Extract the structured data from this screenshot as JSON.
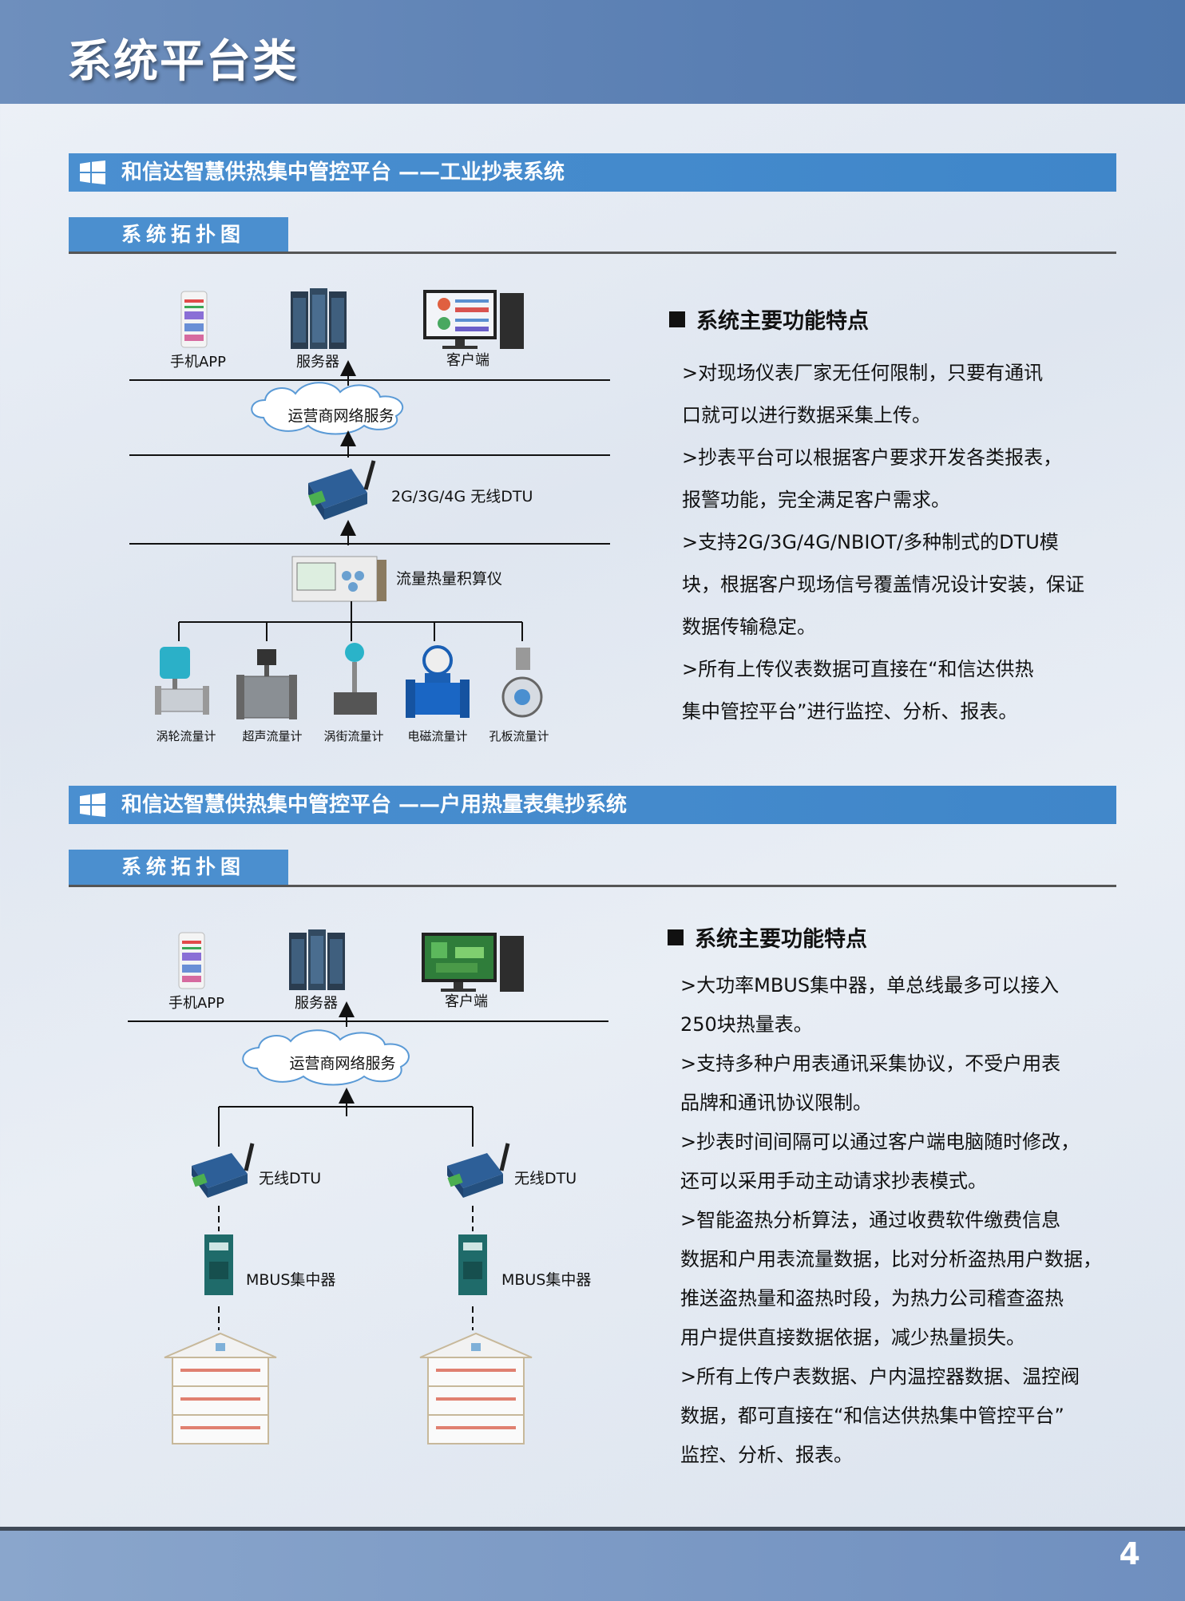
{
  "page": {
    "title": "系统平台类",
    "page_number": "4",
    "colors": {
      "header": "#5a7fb3",
      "section_bar": "#4a8fd0",
      "footer": "#7f9bc6",
      "rule": "#555555"
    }
  },
  "section1": {
    "title": "和信达智慧供热集中管控平台 ——工业抄表系统",
    "tab": "系统拓扑图",
    "diagram": {
      "app": "手机APP",
      "server": "服务器",
      "client": "客户端",
      "network": "运营商网络服务",
      "dtu": "2G/3G/4G  无线DTU",
      "calculator": "流量热量积算仪",
      "meters": [
        "涡轮流量计",
        "超声流量计",
        "涡街流量计",
        "电磁流量计",
        "孔板流量计"
      ]
    },
    "features_title": "系统主要功能特点",
    "features": [
      ">对现场仪表厂家无任何限制，只要有通讯",
      "口就可以进行数据采集上传。",
      ">抄表平台可以根据客户要求开发各类报表，",
      "报警功能，完全满足客户需求。",
      ">支持2G/3G/4G/NBIOT/多种制式的DTU模",
      "块，根据客户现场信号覆盖情况设计安装，保证",
      "数据传输稳定。",
      ">所有上传仪表数据可直接在“和信达供热",
      "集中管控平台”进行监控、分析、报表。"
    ]
  },
  "section2": {
    "title": "和信达智慧供热集中管控平台 ——户用热量表集抄系统",
    "tab": "系统拓扑图",
    "diagram": {
      "app": "手机APP",
      "server": "服务器",
      "client": "客户端",
      "network": "运营商网络服务",
      "dtu_left": "无线DTU",
      "dtu_right": "无线DTU",
      "mbus_left": "MBUS集中器",
      "mbus_right": "MBUS集中器"
    },
    "features_title": "系统主要功能特点",
    "features": [
      ">大功率MBUS集中器，单总线最多可以接入",
      "250块热量表。",
      ">支持多种户用表通讯采集协议，不受户用表",
      "品牌和通讯协议限制。",
      ">抄表时间间隔可以通过客户端电脑随时修改，",
      "还可以采用手动主动请求抄表模式。",
      ">智能盗热分析算法，通过收费软件缴费信息",
      "数据和户用表流量数据，比对分析盗热用户数据，",
      "推送盗热量和盗热时段，为热力公司稽查盗热",
      "用户提供直接数据依据，减少热量损失。",
      ">所有上传户表数据、户内温控器数据、温控阀",
      "数据，都可直接在“和信达供热集中管控平台”",
      "监控、分析、报表。"
    ]
  }
}
